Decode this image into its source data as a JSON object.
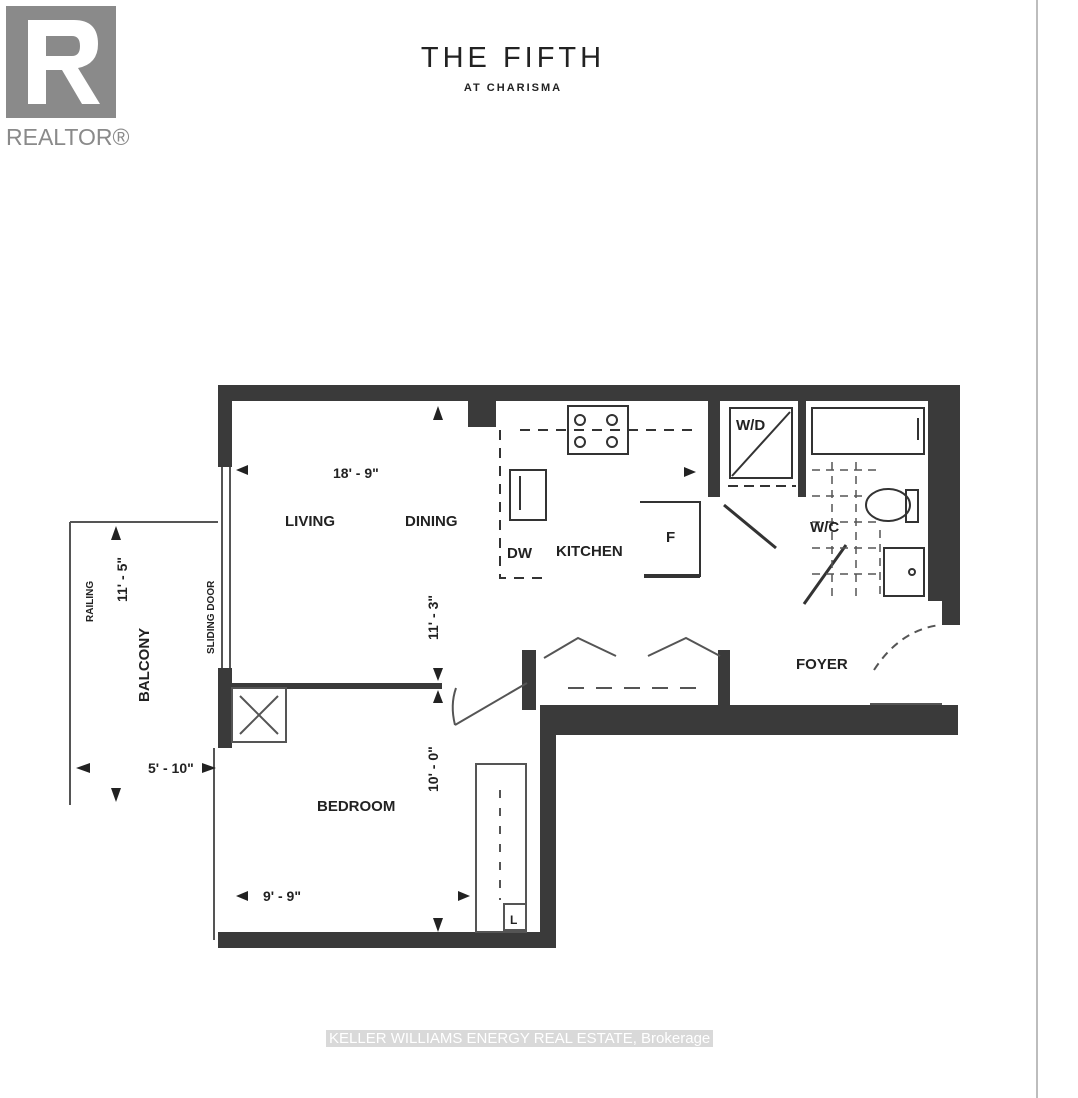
{
  "logo": {
    "letter": "R",
    "word": "REALTOR®"
  },
  "header": {
    "title": "THE FIFTH",
    "subtitle": "AT CHARISMA"
  },
  "rooms": {
    "living": "LIVING",
    "dining": "DINING",
    "kitchen": "KITCHEN",
    "bedroom": "BEDROOM",
    "foyer": "FOYER",
    "balcony": "BALCONY",
    "wd": "W/D",
    "wc": "W/C"
  },
  "fixtures": {
    "dw": "DW",
    "f": "F",
    "l": "L",
    "railing": "RAILING",
    "sliding_door": "SLIDING DOOR"
  },
  "dimensions": {
    "living_width": "18' - 9\"",
    "living_depth": "11' - 3\"",
    "balcony_length": "11' - 5\"",
    "balcony_width": "5' - 10\"",
    "bedroom_depth": "10' - 0\"",
    "bedroom_width": "9' - 9\""
  },
  "footer": {
    "brokerage": "KELLER WILLIAMS ENERGY REAL ESTATE, Brokerage"
  },
  "colors": {
    "wall": "#3a3a3a",
    "logo_gray": "#8a8a8a",
    "ink": "#222222"
  }
}
